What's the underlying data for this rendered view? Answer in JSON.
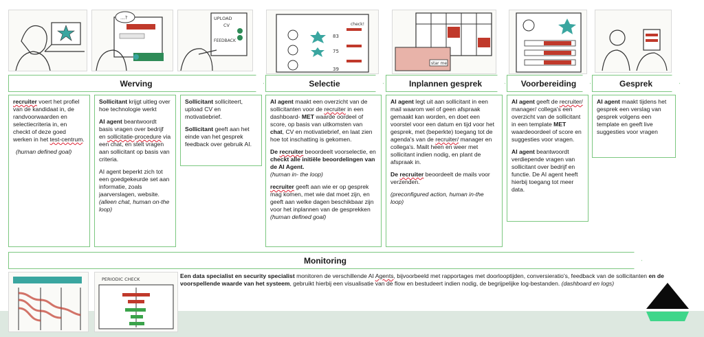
{
  "stages": {
    "werving": "Werving",
    "selectie": "Selectie",
    "inplannen": "Inplannen gesprek",
    "voorbereiding": "Voorbereiding",
    "gesprek": "Gesprek",
    "monitoring": "Monitoring"
  },
  "sketch_text": {
    "upload": "UPLOAD",
    "cv": "CV",
    "feedback": "FEEDBACK",
    "check": "check!",
    "star_me": "star me",
    "periodic_check": "PERIODIC CHECK",
    "n83": "83",
    "n75": "75",
    "n39": "39"
  },
  "cards": {
    "w1": {
      "recruiter": "recruiter",
      "t1": " voert het profiel van de kandidaat in, de randvoorwaarden en selectiecriteria in, en checkt of deze goed werken in het ",
      "testcentrum": "test-centrum",
      "t2": ".",
      "note": "(human defined goal)"
    },
    "w2": {
      "sollicitant": "Sollicitant",
      "t1": " krijgt uitleg over hoe technologie werkt",
      "aiagent": "AI agent",
      "t2": " beantwoordt basis vragen over bedrijf en ",
      "procedure": "sollicitatie-procedure",
      "t3": " via een chat, en stelt vragen aan sollicitant op basis van criteria.",
      "t4": "AI agent beperkt zich tot een goedgekeurde set aan informatie, zoals jaarverslagen, website.",
      "note": "(alleen chat, human on-the loop)"
    },
    "w3": {
      "sollicitant": "Sollicitant",
      "t1": " solliciteert, upload CV en motivatiebrief.",
      "sollicitant2": "Sollicitant",
      "t2": " geeft aan het einde van het gesprek feedback over gebruik AI."
    },
    "s1": {
      "aiagent": "AI agent",
      "t1": " maakt een overzicht van de sollicitanten voor de ",
      "recruiter": "recruiter",
      "t2": " in een dashboard- ",
      "met": "MET",
      "t3": " waarde oordeel of score, op basis van uitkomsten van ",
      "chat": "chat",
      "t4": ", CV en motivatiebrief, en laat zien hoe tot inschatting is gekomen.",
      "de": "De ",
      "recruiter2": "recruiter",
      "t5": " beoordeelt voorselectie, en ",
      "checkt": "checkt alle initiële beoordelingen van de AI Agent.",
      "note1": "(human in- the loop)",
      "recruiter3": "recruiter",
      "t6": " geeft aan wie er op gesprek mag komen, met wie dat moet zijn, en geeft aan welke dagen beschikbaar zijn voor het inplannen van de gesprekken",
      "note2": "(human defined goal)"
    },
    "p1": {
      "aiagent": "AI agent",
      "t1": " legt uit aan sollicitant in een mail waarom wel of geen afspraak gemaakt kan worden, en doet een voorstel voor een datum en tijd voor het gesprek, met (beperkte) toegang tot de agenda's van de ",
      "recruiter": "recruiter/",
      "t2": " manager en collega's. Mailt heen en weer met sollicitant indien nodig, en plant de afspraak in.",
      "de": "De ",
      "recruiter2": "recruiter",
      "t3": " beoordeelt de mails voor verzenden.",
      "note": "(preconfigured action, human in-the loop)"
    },
    "v1": {
      "aiagent": "AI agent",
      "t1": " geeft de ",
      "recruiter": "recruiter/",
      "t2": " manager/ collega's een overzicht van de sollicitant in een template ",
      "met": "MET",
      "t3": " waardeoordeel of score en suggesties voor vragen.",
      "aiagent2": "AI agent",
      "t4": " beantwoordt verdiepende vragen van sollicitant over bedrijf en functie. De AI agent heeft hierbij toegang tot meer data."
    },
    "g1": {
      "aiagent": "AI agent",
      "t1": " maakt tijdens het gesprek een verslag van gesprek volgens een template en geeft live suggesties voor vragen"
    }
  },
  "monitoring": {
    "b1": "Een data specialist en security specialist",
    "t1": " monitoren de verschillende AI ",
    "agents": "Agents",
    "t2": ", bijvoorbeeld met rapportages met doorlooptijden, conversieratio's, feedback van de sollicitanten ",
    "b2": "en de voorspellende waarde van het systeem",
    "t3": ", gebruikt hierbij een visualisatie van de flow en bestudeert indien nodig, de begrijpelijke log-bestanden.  ",
    "note": "(dashboard en logs)"
  },
  "colors": {
    "accent_green": "#7bc77f",
    "sketch_red": "#c0392b",
    "sketch_teal": "#3aa6a0",
    "logo_green": "#3fd68a"
  }
}
